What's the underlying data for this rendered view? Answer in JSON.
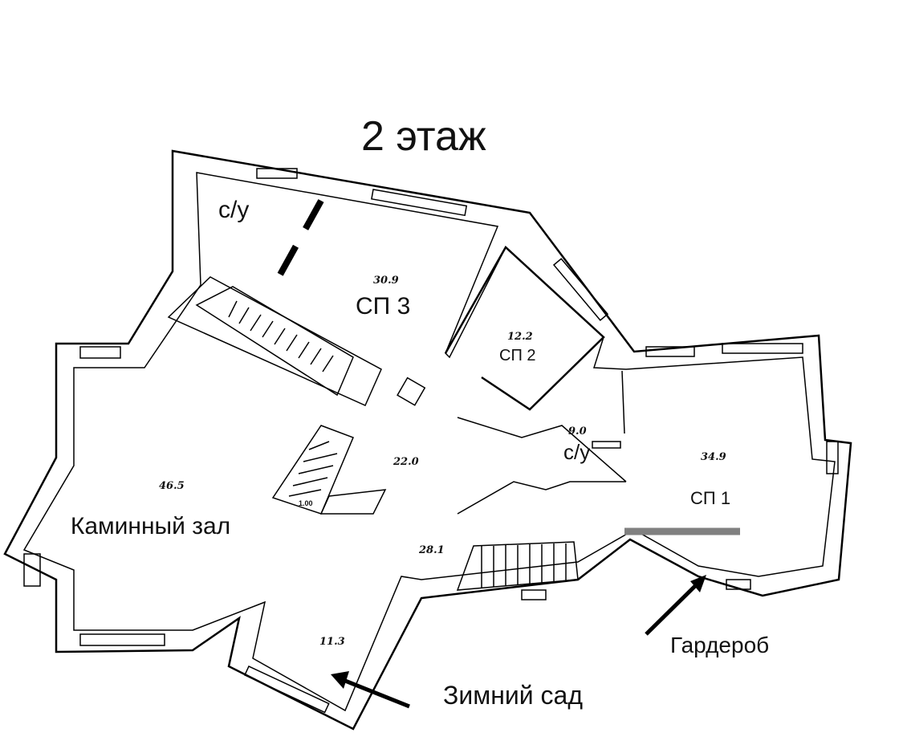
{
  "title": "2 этаж",
  "rooms": [
    {
      "name": "с/у",
      "area": ""
    },
    {
      "name": "СП 3",
      "area": "30.9"
    },
    {
      "name": "СП 2",
      "area": "12.2"
    },
    {
      "name": "с/у",
      "area": "9.0"
    },
    {
      "name": "СП 1",
      "area": "34.9"
    },
    {
      "name": "Каминный зал",
      "area": "46.5"
    },
    {
      "name": "",
      "area": "22.0"
    },
    {
      "name": "",
      "area": "28.1"
    },
    {
      "name": "",
      "area": "11.3"
    }
  ],
  "stair_mark": "1.00",
  "callouts": {
    "wardrobe": "Гардероб",
    "winter_garden": "Зимний сад"
  },
  "colors": {
    "partition": "#808080",
    "ink": "#000000"
  }
}
